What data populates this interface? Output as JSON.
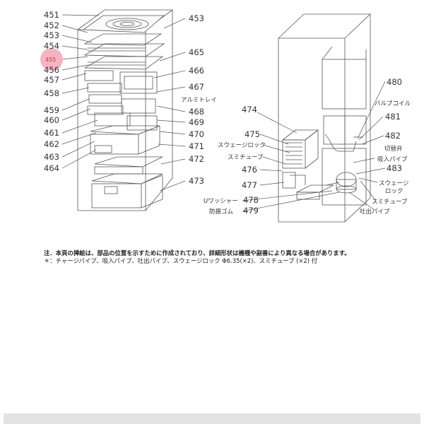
{
  "callouts_left": [
    "451",
    "452",
    "453",
    "454",
    "455",
    "456",
    "457",
    "458",
    "459",
    "460",
    "461",
    "462",
    "463",
    "464"
  ],
  "callouts_mid": [
    "453",
    "465",
    "466",
    "467",
    "468",
    "469",
    "470",
    "471",
    "472",
    "473"
  ],
  "callouts_right": [
    "474",
    "475",
    "476",
    "477",
    "478",
    "479",
    "480",
    "481",
    "482",
    "483"
  ],
  "labels": {
    "aluminum_tray": "アルミトレイ",
    "swage_lock_left": "スウェージロック",
    "sumi_tube_left": "スミチューブ",
    "u_washer": "Uワッシャー",
    "rubber_mount": "防振ゴム",
    "valve_coil": "バルブコイル",
    "switch_valve": "切替弁",
    "suction_pipe": "吸入パイプ",
    "swage_lock_right_1": "スウェージ",
    "swage_lock_right_2": "ロック",
    "sumi_tube_right": "スミチューブ",
    "discharge_pipe": "吐出パイプ"
  },
  "notes": {
    "main": "注．本頁の挿絵は、部品の位置を示すために作成されており、詳細形状は機種や副番により異なる場合があります。",
    "sub": "＊：チャージパイプ、吸入パイプ、吐出パイプ、スウェージロック Φ6.35(×2)、スミチューブ (×2) 付"
  },
  "colors": {
    "line": "#555555",
    "highlight": "#f4a7b9",
    "highlight_text": "#cc3333",
    "footer_bar": "#e3e3e3"
  }
}
